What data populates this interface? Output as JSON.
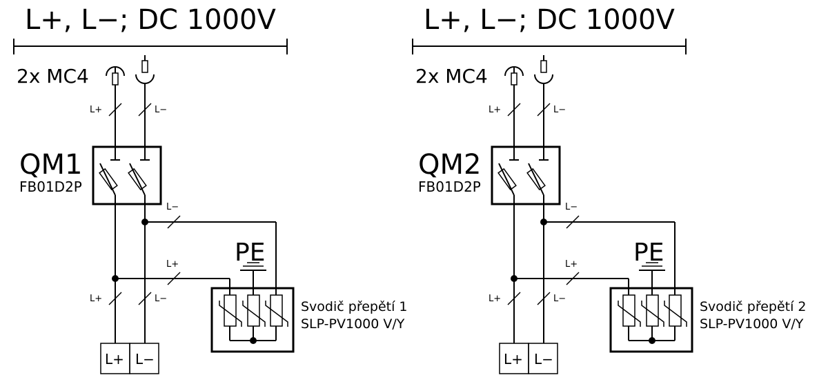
{
  "sections": [
    {
      "bus_label": "L+, L−; DC 1000V",
      "connector_label": "2x MC4",
      "input_plus_label": "L+",
      "input_minus_label": "L−",
      "breaker_name": "QM1",
      "breaker_model": "FB01D2P",
      "spd_minus_label": "L−",
      "spd_plus_label": "L+",
      "pe_label": "PE",
      "spd_name": "Svodič přepětí 1",
      "spd_model": "SLP-PV1000 V/Y",
      "output_plus_label": "L+",
      "output_minus_label": "L−",
      "terminal_plus": "L+",
      "terminal_minus": "L−"
    },
    {
      "bus_label": "L+, L−; DC 1000V",
      "connector_label": "2x MC4",
      "input_plus_label": "L+",
      "input_minus_label": "L−",
      "breaker_name": "QM2",
      "breaker_model": "FB01D2P",
      "spd_minus_label": "L−",
      "spd_plus_label": "L+",
      "pe_label": "PE",
      "spd_name": "Svodič přepětí 2",
      "spd_model": "SLP-PV1000 V/Y",
      "output_plus_label": "L+",
      "output_minus_label": "L−",
      "terminal_plus": "L+",
      "terminal_minus": "L−"
    }
  ]
}
